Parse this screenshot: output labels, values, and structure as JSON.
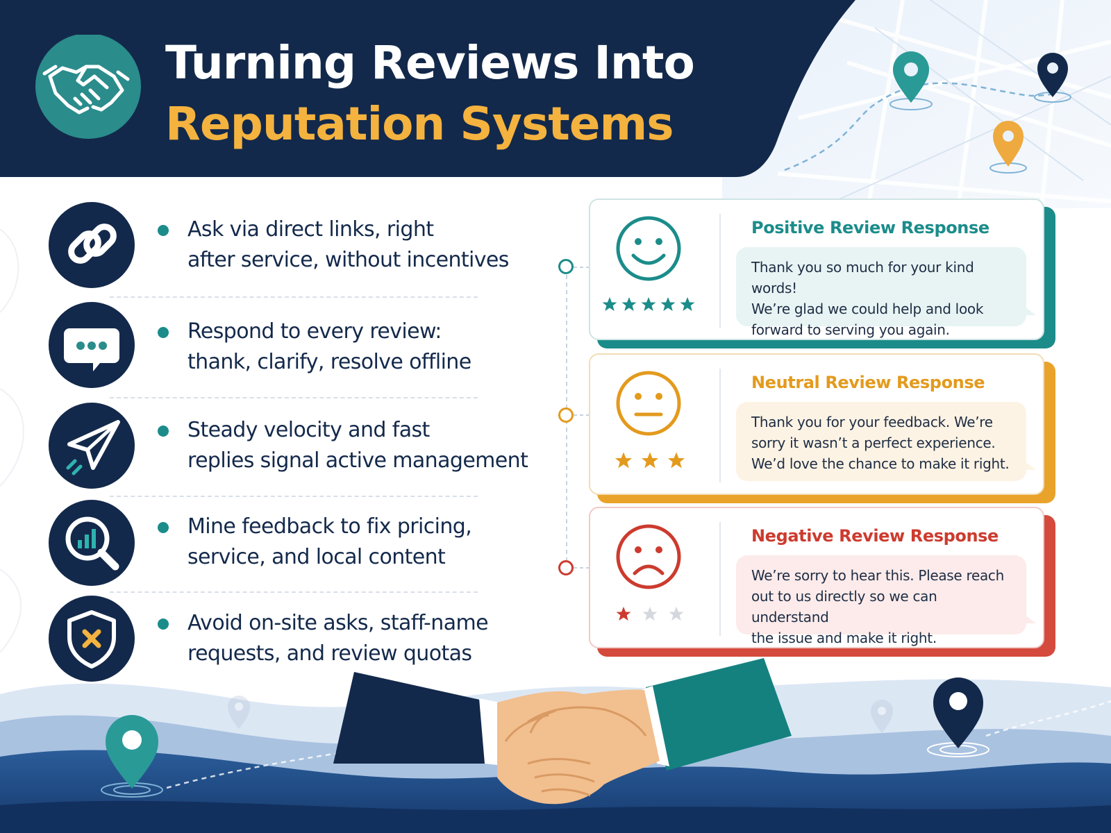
{
  "header": {
    "title_line1": "Turning Reviews Into",
    "title_line2": "Reputation Systems",
    "logo_icon": "handshake-icon"
  },
  "tips": [
    {
      "icon": "link-icon",
      "text_line1": "Ask via direct links, right",
      "text_line2": "after service, without incentives"
    },
    {
      "icon": "chat-bubble-icon",
      "text_line1": "Respond to every review:",
      "text_line2": "thank, clarify, resolve offline"
    },
    {
      "icon": "paper-plane-icon",
      "text_line1": "Steady velocity and fast",
      "text_line2": "replies signal active management"
    },
    {
      "icon": "magnifier-chart-icon",
      "text_line1": "Mine feedback to fix pricing,",
      "text_line2": "service, and local content"
    },
    {
      "icon": "shield-x-icon",
      "text_line1": "Avoid on-site asks, staff-name",
      "text_line2": "requests, and review quotas"
    }
  ],
  "responses": [
    {
      "title": "Positive Review Response",
      "rating": 5,
      "max_rating": 5,
      "face": "smiling-face-icon",
      "color": "#1b8c8a",
      "bubble_color": "#e8f4f4",
      "lines": [
        "Thank you so much for your kind words!",
        "We’re glad we could help and look",
        "forward to serving you again."
      ]
    },
    {
      "title": "Neutral Review Response",
      "rating": 3,
      "max_rating": 3,
      "face": "neutral-face-icon",
      "color": "#e39a1d",
      "bubble_color": "#fdf3e4",
      "lines": [
        "Thank you for your feedback. We’re",
        "sorry it wasn’t a perfect experience.",
        "We’d love the chance to make it right."
      ]
    },
    {
      "title": "Negative Review Response",
      "rating": 1,
      "max_rating": 3,
      "face": "sad-face-icon",
      "color": "#cc3b2e",
      "bubble_color": "#fcebea",
      "lines": [
        "We’re sorry to hear this. Please reach",
        "out to us directly so we can understand",
        "the issue and make it right."
      ]
    }
  ],
  "colors": {
    "navy": "#13294b",
    "teal": "#1b8c8a",
    "gold": "#f4b23f",
    "orange": "#e39a1d",
    "red": "#cc3b2e"
  },
  "decor": {
    "map_pins": [
      "location-pin-icon"
    ],
    "handshake_illustration": "handshake-illustration"
  }
}
